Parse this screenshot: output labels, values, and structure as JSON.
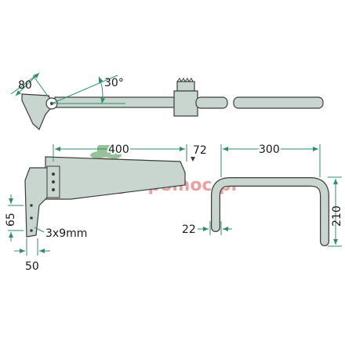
{
  "colors": {
    "part_fill": "#c9d5cf",
    "part_stroke": "#3a3f3d",
    "dim_line": "#2f8f6a",
    "text": "#1a1a1a",
    "watermark_red": "#d9534f",
    "watermark_green": "#3f8f4a"
  },
  "dimensions": {
    "d80": "80",
    "d30deg": "30°",
    "d400": "400",
    "d72": "72",
    "d300": "300",
    "d65": "65",
    "d3x9": "3x9mm",
    "d50": "50",
    "d22": "22",
    "d210": "210"
  },
  "watermark": {
    "text": "agropomoc.pl",
    "mascot": "farmer-mascot-icon"
  }
}
